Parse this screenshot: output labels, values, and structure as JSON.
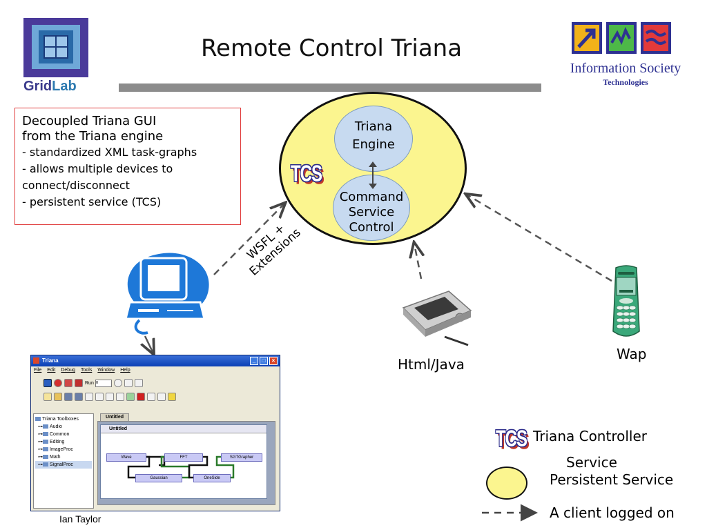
{
  "header": {
    "title": "Remote Control Triana",
    "gridlab_logo_text": [
      "Grid",
      "Lab"
    ],
    "ist_logo_line1": "Information Society",
    "ist_logo_line2": "Technologies"
  },
  "description_box": {
    "heading_line1": "Decoupled Triana GUI",
    "heading_line2": "from the Triana engine",
    "bullets": [
      "- standardized XML task-graphs",
      "- allows multiple devices to",
      "connect/disconnect",
      "- persistent service (TCS)"
    ]
  },
  "diagram": {
    "tcs_badge": "TCS",
    "engine_label_line1": "Triana",
    "engine_label_line2": "Engine",
    "control_label_line1": "Command",
    "control_label_line2": "Service",
    "control_label_line3": "Control",
    "connection_label_line1": "WSFL +",
    "connection_label_line2": "Extensions",
    "client_html_label": "Html/Java",
    "client_wap_label": "Wap"
  },
  "legend": {
    "tcs_badge": "TCS",
    "tcs_text": "Triana Controller",
    "service_text": "Service",
    "ellipse_text": "Persistent Service",
    "dashed_text": "A client logged on"
  },
  "triana_window": {
    "title": "Triana",
    "menu": [
      "File",
      "Edit",
      "Debug",
      "Tools",
      "Window",
      "Help"
    ],
    "run_label": "Run",
    "run_value": "0",
    "tree_root": "Triana Toolboxes",
    "tree_items": [
      "Audio",
      "Common",
      "Editing",
      "ImageProc",
      "Math",
      "SignalProc"
    ],
    "tab_label": "Untitled",
    "inner_title": "Untitled",
    "nodes": [
      "Wave",
      "FFT",
      "SGTGrapher",
      "Gaussian",
      "OneSide"
    ]
  },
  "footer": {
    "author": "Ian Taylor"
  },
  "colors": {
    "tcs_fill": "#fbf58f",
    "inner_fill": "#c7daf0",
    "desc_border": "#e03c3c",
    "title_bar": "#8c8c8c"
  }
}
